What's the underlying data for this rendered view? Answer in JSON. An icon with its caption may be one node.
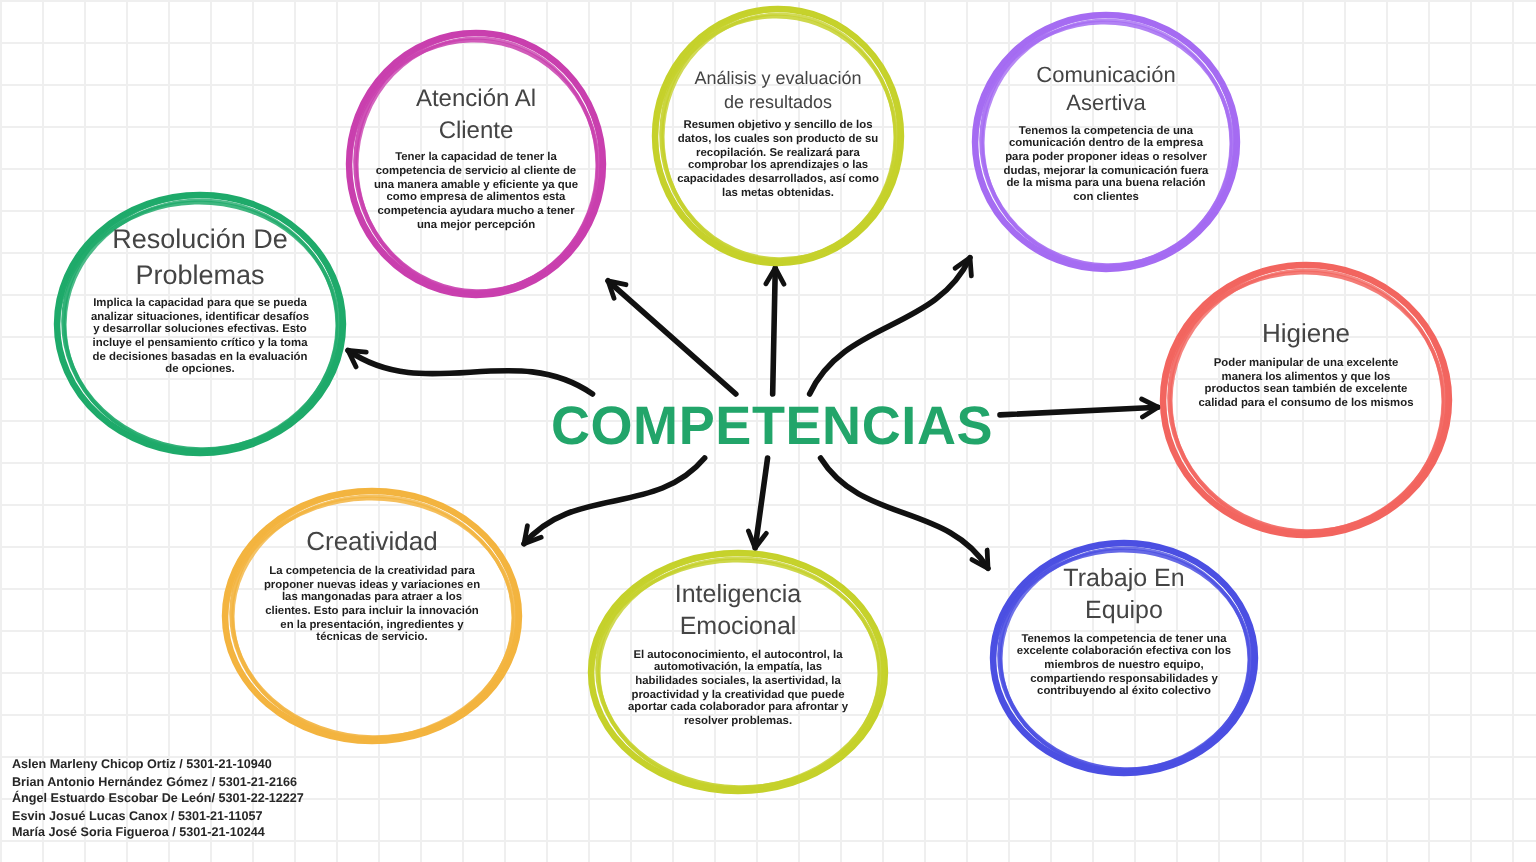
{
  "diagram": {
    "nodes": [
      {
        "text": [
          "Atención Al Cliente",
          "Tener la capacidad de tener la competencia de servicio al cliente de una manera amable y eficiente ya que como empresa de alimentos esta competencia ayudara mucho a tener una mejor percepción"
        ]
      },
      {
        "text": [
          "Análisis y evaluación de resultados",
          "Resumen objetivo y sencillo de los datos, los cuales son producto de su recopilación. Se realizará para comprobar los aprendizajes o las capacidades desarrollados, así como las metas obtenidas."
        ]
      },
      {
        "text": [
          "Comunicación Asertiva",
          "Tenemos la competencia de una comunicación dentro de la empresa para poder proponer ideas o resolver dudas, mejorar la comunicación fuera de la misma para una buena relación con clientes"
        ]
      },
      {
        "text": [
          "Resolución De Problemas",
          "Implica la capacidad para que se pueda analizar situaciones, identificar desafíos y desarrollar soluciones efectivas. Esto incluye el pensamiento crítico y la toma de decisiones basadas en la evaluación de opciones."
        ]
      },
      {
        "text": [
          "COMPETENCIAS"
        ]
      },
      {
        "text": [
          "Higiene",
          "Poder manipular de una excelente manera los alimentos y que los productos sean también de excelente calidad para el consumo de los mismos"
        ]
      },
      {
        "text": [
          "Creatividad",
          "La competencia de la creatividad para proponer nuevas ideas y variaciones en las mangonadas para atraer a los clientes. Esto para incluir la innovación en la presentación, ingredientes y técnicas de servicio."
        ]
      },
      {
        "text": [
          "Inteligencia Emocional",
          "El autoconocimiento, el autocontrol, la automotivación, la empatía, las habilidades sociales, la asertividad, la proactividad y la creatividad que puede aportar cada colaborador para afrontar y resolver problemas."
        ]
      },
      {
        "text": [
          "Trabajo En Equipo",
          "Tenemos la competencia de tener una excelente colaboración efectiva con los miembros de nuestro equipo, compartiendo responsabilidades y contribuyendo al éxito colectivo"
        ]
      }
    ],
    "edges": [
      {
        "from": 4,
        "to": 3,
        "arrow": "to"
      },
      {
        "from": 4,
        "to": 0,
        "arrow": "to"
      },
      {
        "from": 4,
        "to": 1,
        "arrow": "to"
      },
      {
        "from": 4,
        "to": 2,
        "arrow": "to"
      },
      {
        "from": 4,
        "to": 5,
        "arrow": "to"
      },
      {
        "from": 4,
        "to": 8,
        "arrow": "to"
      },
      {
        "from": 4,
        "to": 7,
        "arrow": "to"
      },
      {
        "from": 4,
        "to": 6,
        "arrow": "to"
      }
    ],
    "labels": [
      "Aslen Marleny Chicop Ortiz / 5301-21-10940",
      "Brian Antonio Hernández Gómez / 5301-21-2166",
      "Ángel Estuardo Escobar De León/ 5301-22-12227",
      "Esvin Josué Lucas Canox / 5301-21-11057",
      "María José Soria Figueroa / 5301-21-10244"
    ]
  }
}
